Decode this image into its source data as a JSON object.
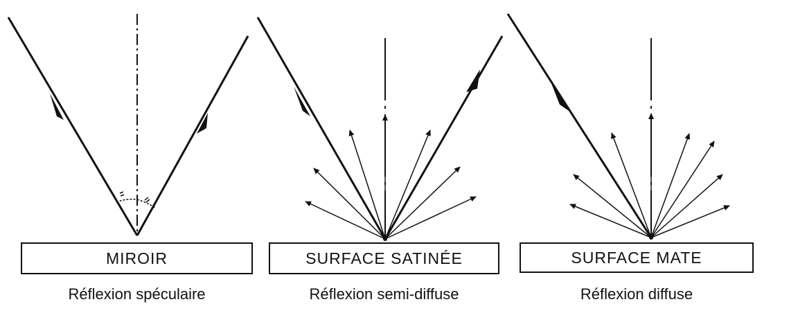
{
  "panels": [
    {
      "surface_label": "MIROIR",
      "caption": "Réflexion spéculaire"
    },
    {
      "surface_label": "SURFACE SATINÉE",
      "caption": "Réflexion semi-diffuse"
    },
    {
      "surface_label": "SURFACE MATE",
      "caption": "Réflexion diffuse"
    }
  ],
  "colors": {
    "ink": "#111111",
    "background": "#ffffff"
  }
}
